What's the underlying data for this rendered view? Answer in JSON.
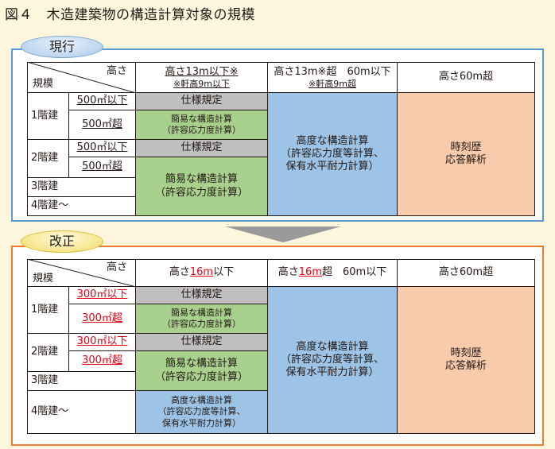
{
  "title": "図４　木造建築物の構造計算対象の規模",
  "before": {
    "label": "現行",
    "header": {
      "takasa": "高さ",
      "kibo": "規模",
      "col1_main": "高さ13m以下※",
      "col1_note": "※軒高9m以下",
      "col2_main": "高さ13m※超　60m以下",
      "col2_note": "※軒高9m超",
      "col3": "高さ60m超"
    },
    "rows": {
      "f1": "1階建",
      "f2": "2階建",
      "f3": "3階建",
      "f4": "4階建～",
      "a_le": "500㎡以下",
      "a_gt": "500㎡超"
    },
    "cells": {
      "shiyou": "仕様規定",
      "kan_l1": "簡易な構造計算",
      "kan_l2": "（許容応力度計算）",
      "kou_l1": "高度な構造計算",
      "kou_l2": "（許容応力度等計算、",
      "kou_l3": "保有水平耐力計算）",
      "ji_l1": "時刻歴",
      "ji_l2": "応答解析"
    }
  },
  "after": {
    "label": "改正",
    "header": {
      "takasa": "高さ",
      "kibo": "規模",
      "col1": "高さ16m以下",
      "col2": "高さ16m超　60m以下",
      "col3": "高さ60m超"
    },
    "rows": {
      "f1": "1階建",
      "f2": "2階建",
      "f3": "3階建",
      "f4": "4階建～",
      "a_le": "300㎡以下",
      "a_gt": "300㎡超"
    },
    "cells": {
      "shiyou": "仕様規定",
      "kan_l1": "簡易な構造計算",
      "kan_l2": "（許容応力度計算）",
      "kou_l1": "高度な構造計算",
      "kou_l2": "（許容応力度等計算、",
      "kou_l3": "保有水平耐力計算）",
      "ji_l1": "時刻歴",
      "ji_l2": "応答解析"
    }
  },
  "colors": {
    "gray": "#bfbfbf",
    "green": "#a9d18e",
    "blue": "#9dc3e6",
    "peach": "#f8cbad",
    "red_text": "#e60012"
  }
}
